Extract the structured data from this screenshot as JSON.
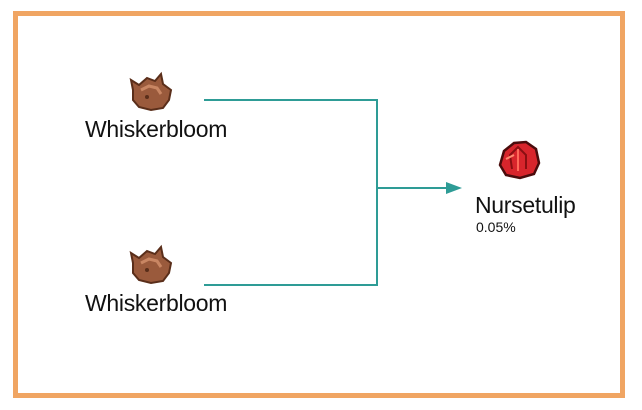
{
  "diagram": {
    "parents": [
      {
        "label": "Whiskerbloom",
        "icon": "whiskerbloom-flower-icon"
      },
      {
        "label": "Whiskerbloom",
        "icon": "whiskerbloom-flower-icon"
      }
    ],
    "result": {
      "label": "Nursetulip",
      "chance": "0.05%",
      "icon": "nursetulip-flower-icon"
    }
  },
  "colors": {
    "frame_border": "#f0a563",
    "connector": "#2e9c96",
    "whiskerbloom": "#9a5a3c",
    "nursetulip": "#d8252c"
  }
}
